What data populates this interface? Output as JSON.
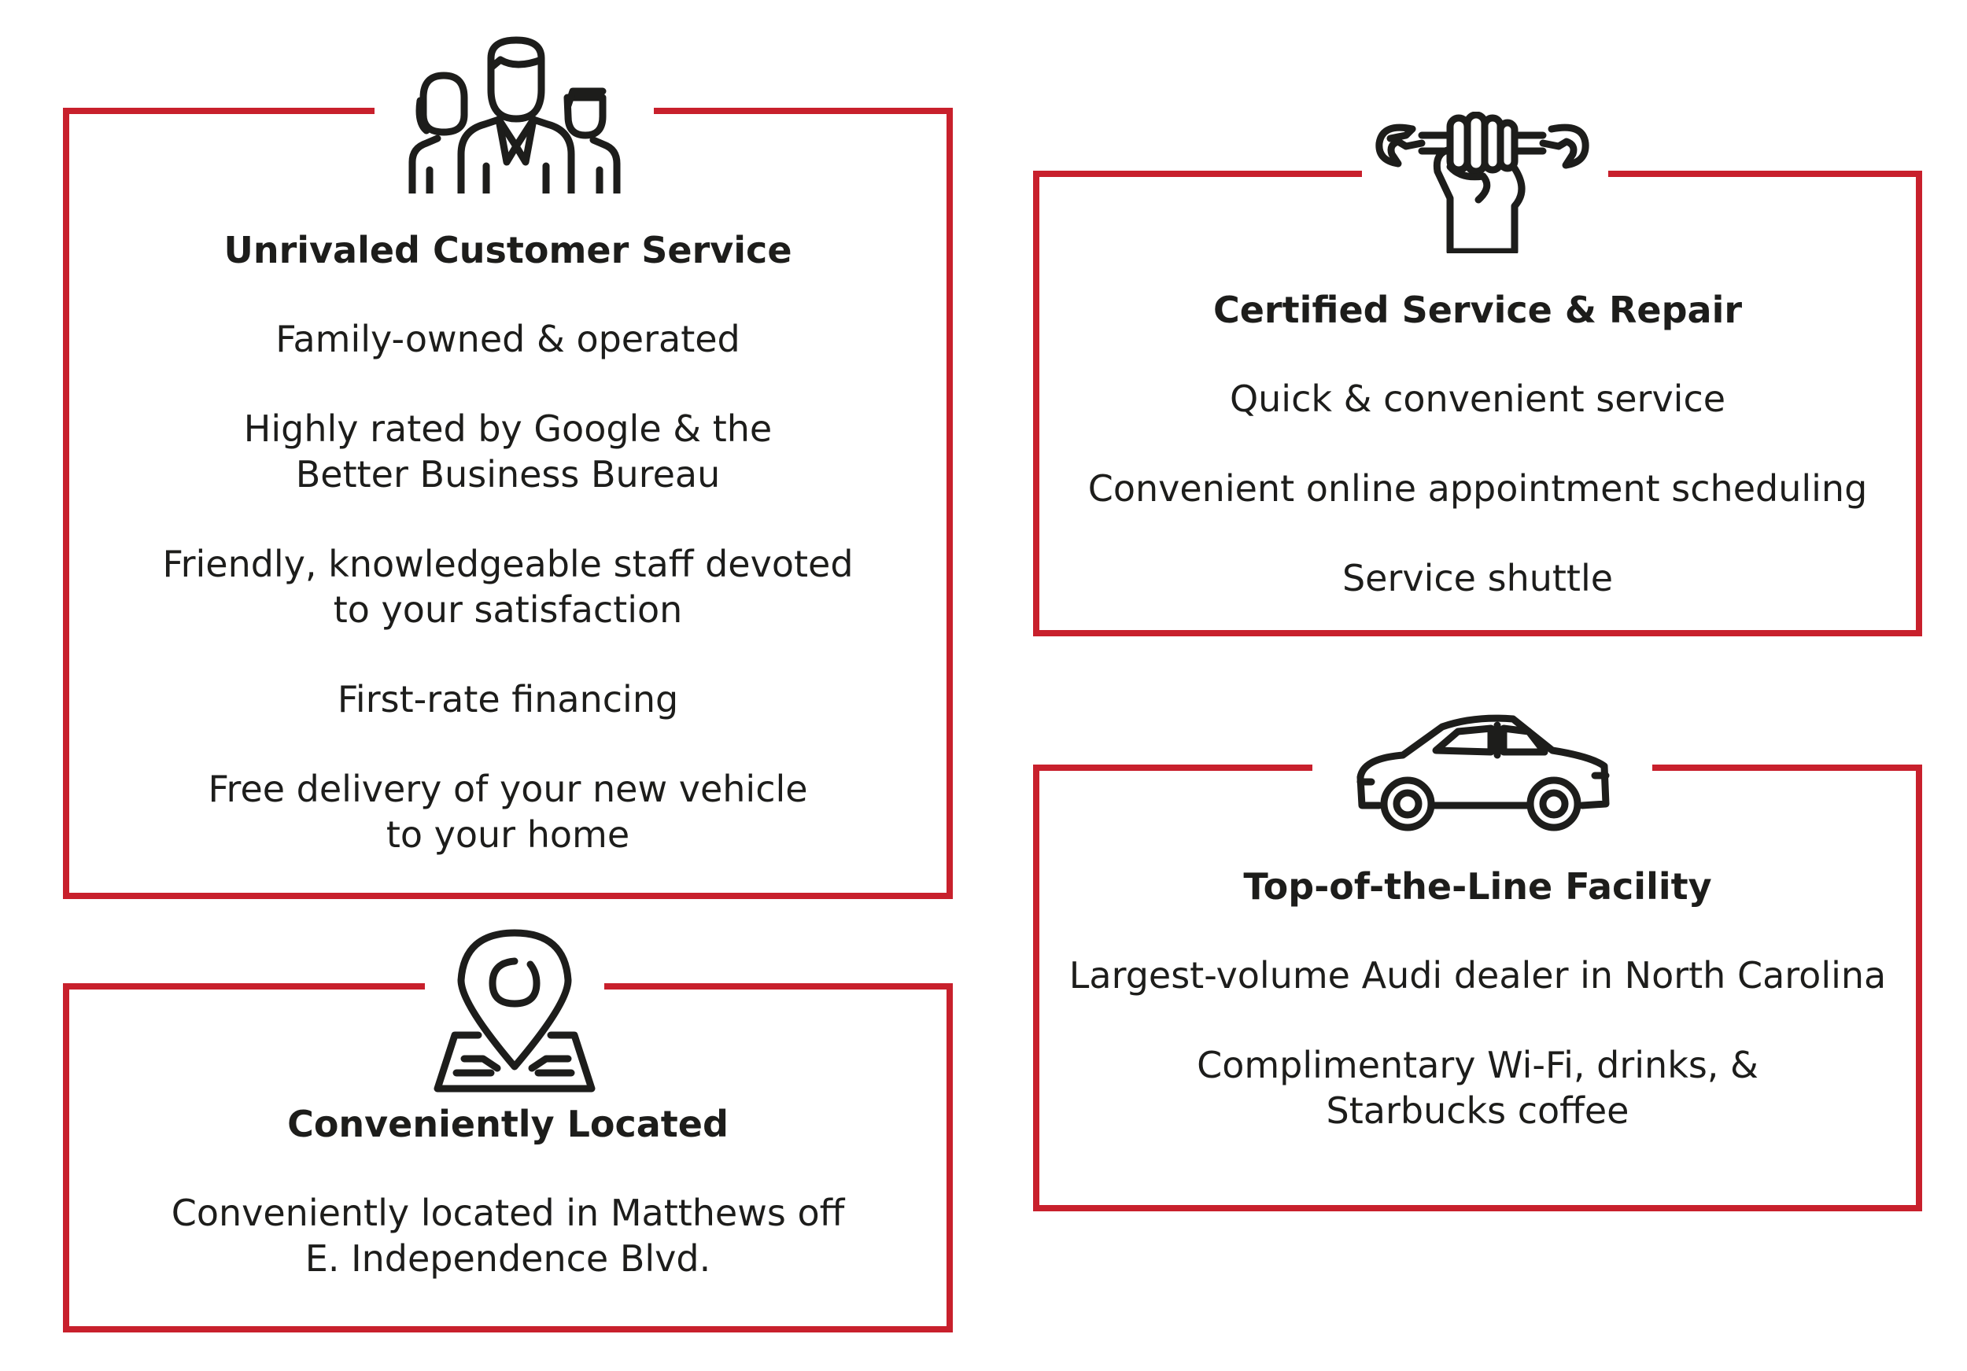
{
  "brand_color": "#c8202c",
  "cards": [
    {
      "id": "customer-service",
      "icon": "people-group-icon",
      "title": "Unrivaled Customer Service",
      "items": [
        "Family-owned & operated",
        "Highly rated by Google & the\nBetter Business Bureau",
        "Friendly, knowledgeable staff devoted\nto your satisfaction",
        "First-rate financing",
        "Free delivery of your new vehicle\nto your home"
      ]
    },
    {
      "id": "service-repair",
      "icon": "wrench-fist-icon",
      "title": "Certified Service & Repair",
      "items": [
        "Quick & convenient service",
        "Convenient online appointment scheduling",
        "Service shuttle"
      ]
    },
    {
      "id": "location",
      "icon": "map-pin-icon",
      "title": "Conveniently Located",
      "items": [
        "Conveniently located in Matthews off\nE. Independence Blvd."
      ]
    },
    {
      "id": "facility",
      "icon": "car-icon",
      "title": "Top-of-the-Line Facility",
      "items": [
        "Largest-volume Audi dealer in North Carolina",
        "Complimentary Wi-Fi, drinks, &\nStarbucks coffee"
      ]
    }
  ]
}
